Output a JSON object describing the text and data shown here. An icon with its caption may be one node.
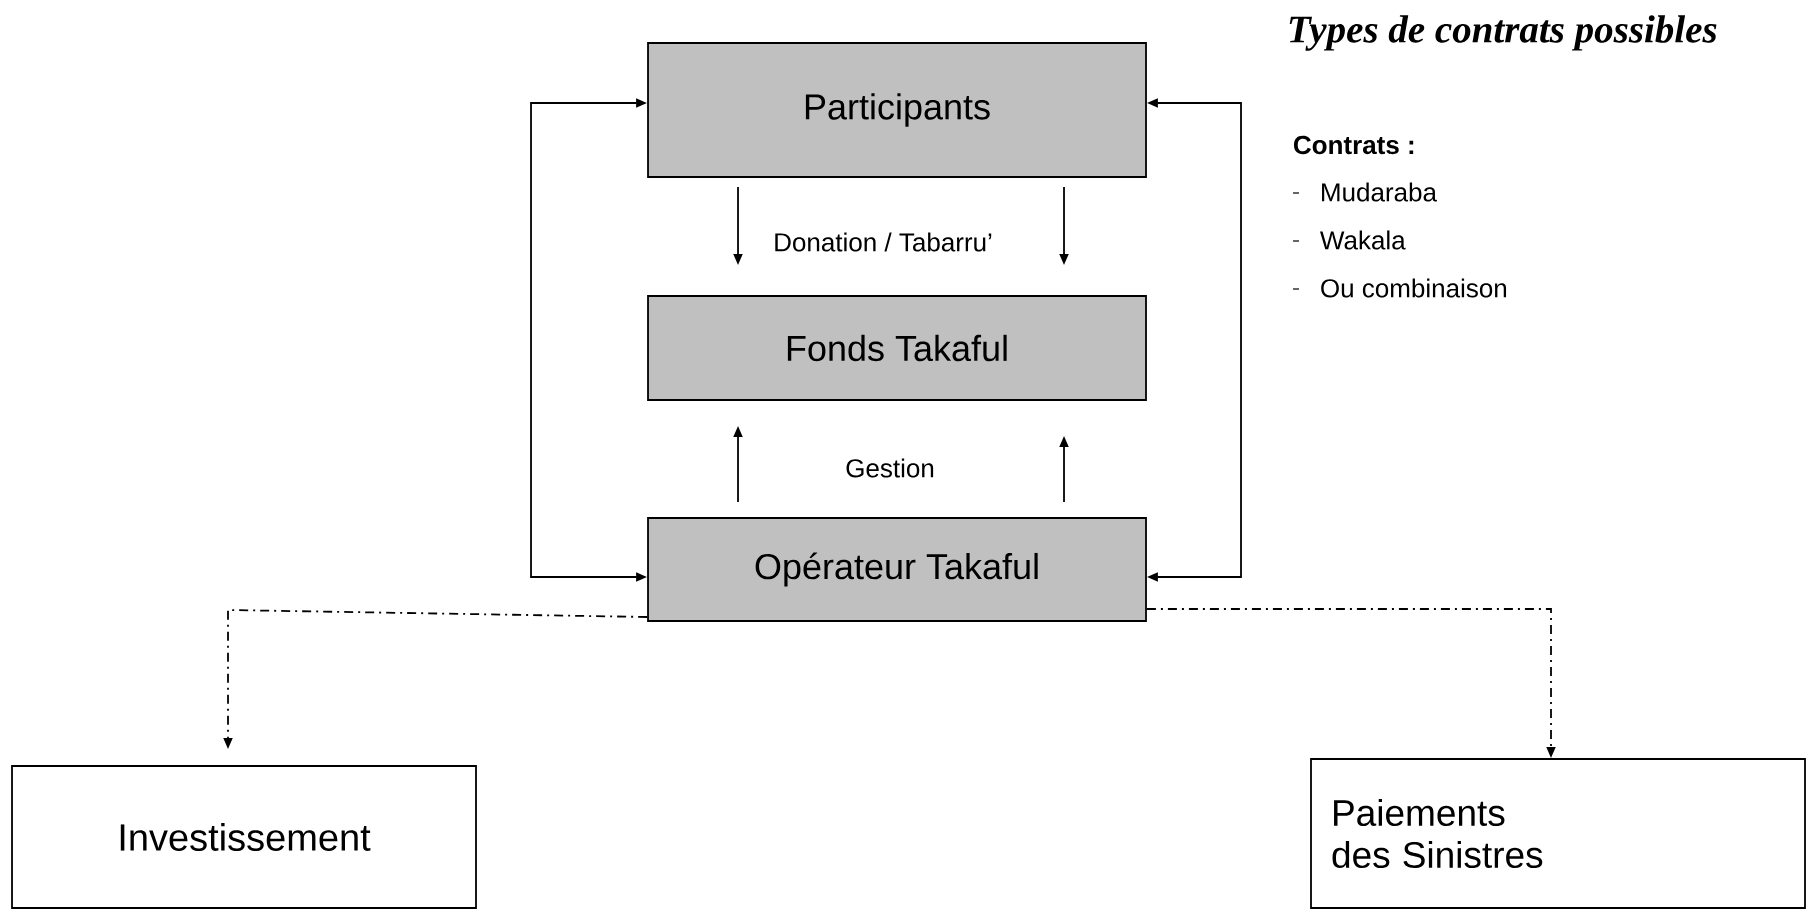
{
  "diagram": {
    "title": "Types de contrats possibles",
    "nodes": [
      {
        "text": [
          "Participants"
        ]
      },
      {
        "text": [
          "Fonds Takaful"
        ]
      },
      {
        "text": [
          "Opérateur Takaful"
        ]
      },
      {
        "text": [
          "Investissement"
        ]
      },
      {
        "text": [
          "Paiements des Sinistres"
        ]
      }
    ],
    "edges": [
      {
        "from": 0,
        "to": 1,
        "arrow": "to",
        "label": "Donation / Tabarru’"
      },
      {
        "from": 0,
        "to": 1,
        "arrow": "to"
      },
      {
        "from": 2,
        "to": 1,
        "arrow": "to"
      },
      {
        "from": 2,
        "to": 1,
        "arrow": "to"
      },
      {
        "from": 2,
        "to": 0,
        "arrow": "both"
      },
      {
        "from": 2,
        "to": 0,
        "arrow": "both"
      },
      {
        "from": 2,
        "to": 3,
        "arrow": "to",
        "style": "dashed"
      },
      {
        "from": 2,
        "to": 4,
        "arrow": "to",
        "style": "dashed"
      }
    ],
    "labels": [
      "Contrats :",
      "Mudaraba",
      "Wakala",
      "Ou combinaison",
      "Gestion"
    ]
  }
}
